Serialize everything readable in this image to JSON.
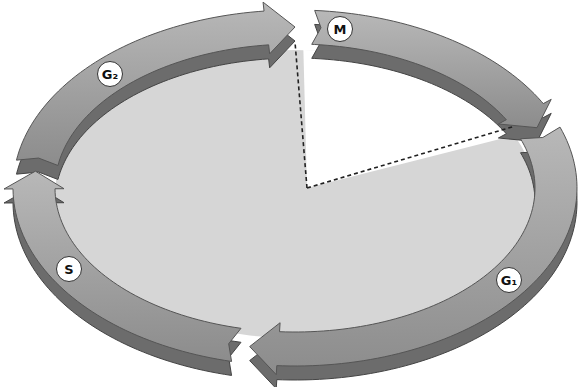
{
  "diagram": {
    "nodes": [
      {
        "text": [
          "M"
        ]
      },
      {
        "text": [
          "G₂"
        ]
      },
      {
        "text": [
          "S"
        ]
      },
      {
        "text": [
          "G₁"
        ]
      }
    ]
  }
}
